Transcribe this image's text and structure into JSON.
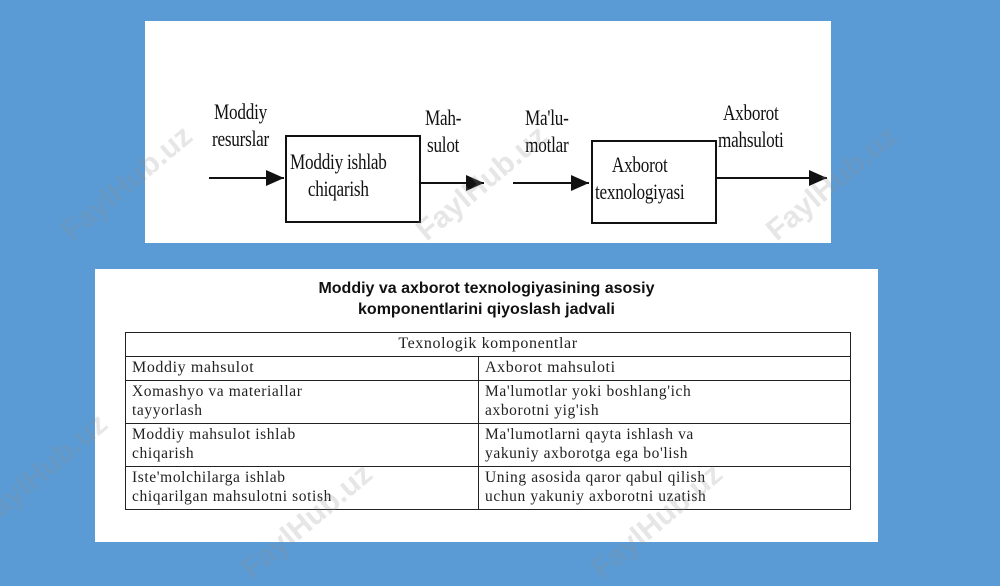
{
  "diagram": {
    "left_input": [
      "Moddiy",
      "resurslar"
    ],
    "left_process": [
      "Moddiy ishlab",
      "chiqarish"
    ],
    "left_output": [
      "Mah-",
      "sulot"
    ],
    "right_input": [
      "Ma'lu-",
      "motlar"
    ],
    "right_process": [
      "Axborot",
      "texnologiyasi"
    ],
    "right_output": [
      "Axborot",
      "mahsuloti"
    ]
  },
  "table": {
    "title_line1": "Moddiy va axborot texnologiyasining asosiy",
    "title_line2": "komponentlarini qiyoslash jadvali",
    "header": "Texnologik komponentlar",
    "columns": [
      "Moddiy mahsulot",
      "Axborot mahsuloti"
    ],
    "rows": [
      [
        [
          "Xomashyo va materiallar",
          "tayyorlash"
        ],
        [
          "Ma'lumotlar yoki boshlang'ich",
          "axborotni yig'ish"
        ]
      ],
      [
        [
          "Moddiy mahsulot ishlab",
          "chiqarish"
        ],
        [
          "Ma'lumotlarni qayta ishlash va",
          "yakuniy axborotga ega bo'lish"
        ]
      ],
      [
        [
          "Iste'molchilarga ishlab",
          "chiqarilgan mahsulotni sotish"
        ],
        [
          "Uning asosida qaror qabul qilish",
          "uchun yakuniy axborotni uzatish"
        ]
      ]
    ]
  },
  "watermark": "FaylHub.uz"
}
